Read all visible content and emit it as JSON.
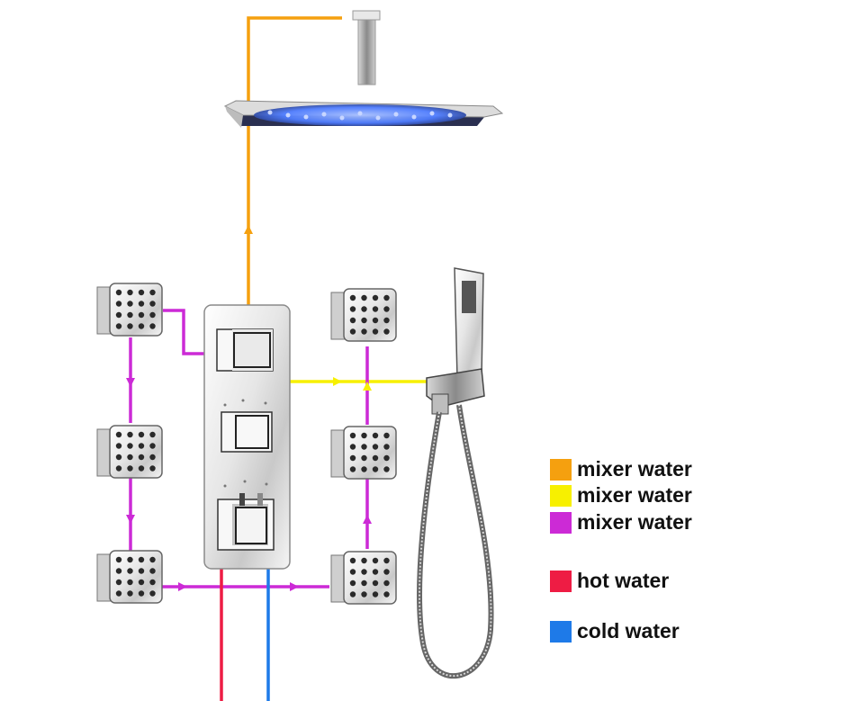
{
  "legend": {
    "items": [
      {
        "label": "mixer water",
        "color": "#f5a00f"
      },
      {
        "label": "mixer water",
        "color": "#f7f000"
      },
      {
        "label": "mixer water",
        "color": "#cc2ad6"
      },
      {
        "label": "hot water",
        "color": "#ee1c44"
      },
      {
        "label": "cold water",
        "color": "#1e7ae8"
      }
    ]
  },
  "colors": {
    "orange_pipe": "#f5a00f",
    "yellow_pipe": "#f7f000",
    "magenta_pipe": "#cc2ad6",
    "hot_pipe": "#ee1c44",
    "cold_pipe": "#1e7ae8",
    "chrome_light": "#f4f4f4",
    "chrome_dark": "#6f6f6f",
    "led_blue": "#4f7dff"
  },
  "icons": [
    "rain-shower-head-icon",
    "thermostatic-valve-panel-icon",
    "body-jet-icon",
    "hand-shower-icon",
    "shower-hose-icon",
    "flow-arrow-icon"
  ]
}
